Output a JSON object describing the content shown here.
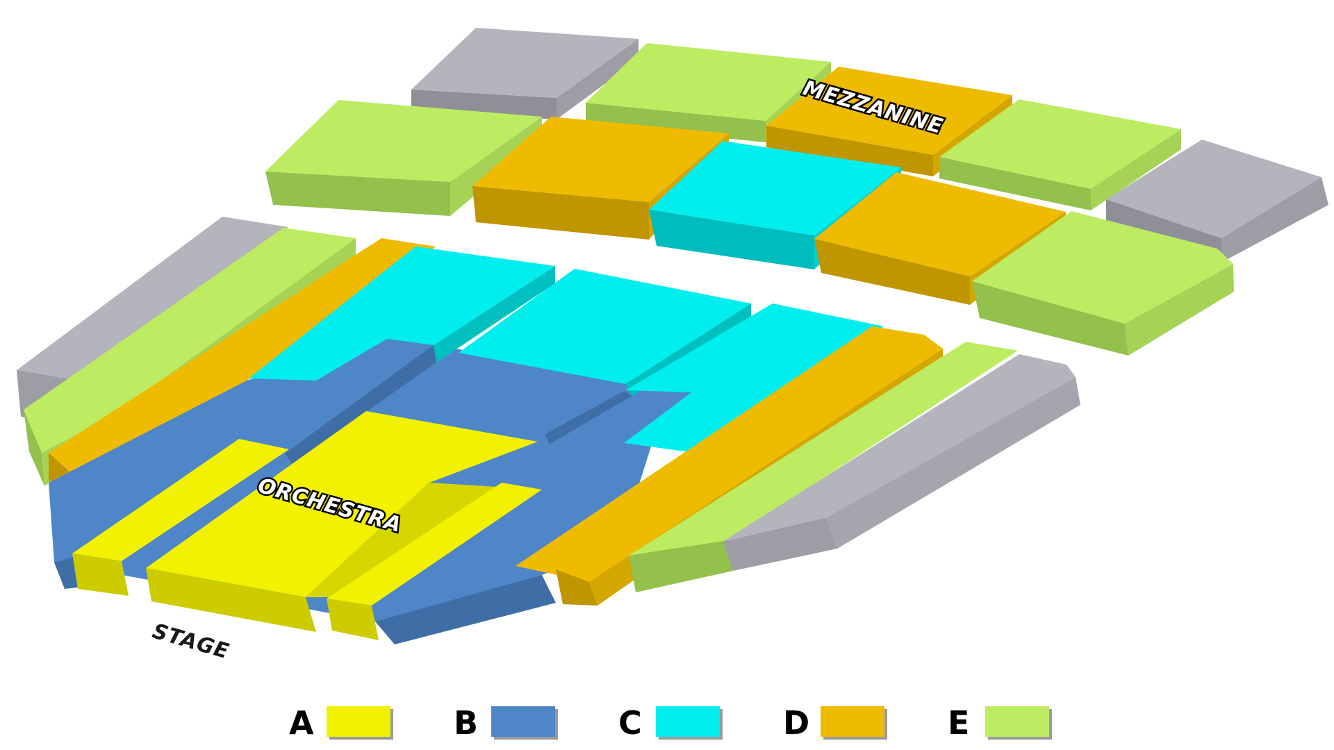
{
  "labels": {
    "mezzanine": "MEZZANINE",
    "orchestra": "ORCHESTRA",
    "stage": "STAGE"
  },
  "colors": {
    "A": "#f1f100",
    "B": "#4e86c8",
    "C": "#00eeee",
    "D": "#eebb00",
    "E": "#bdec62",
    "unavailable": "#b4b4bc"
  },
  "legend": [
    {
      "letter": "A",
      "color": "#f1f100"
    },
    {
      "letter": "B",
      "color": "#4e86c8"
    },
    {
      "letter": "C",
      "color": "#00eeee"
    },
    {
      "letter": "D",
      "color": "#eebb00"
    },
    {
      "letter": "E",
      "color": "#bdec62"
    }
  ]
}
